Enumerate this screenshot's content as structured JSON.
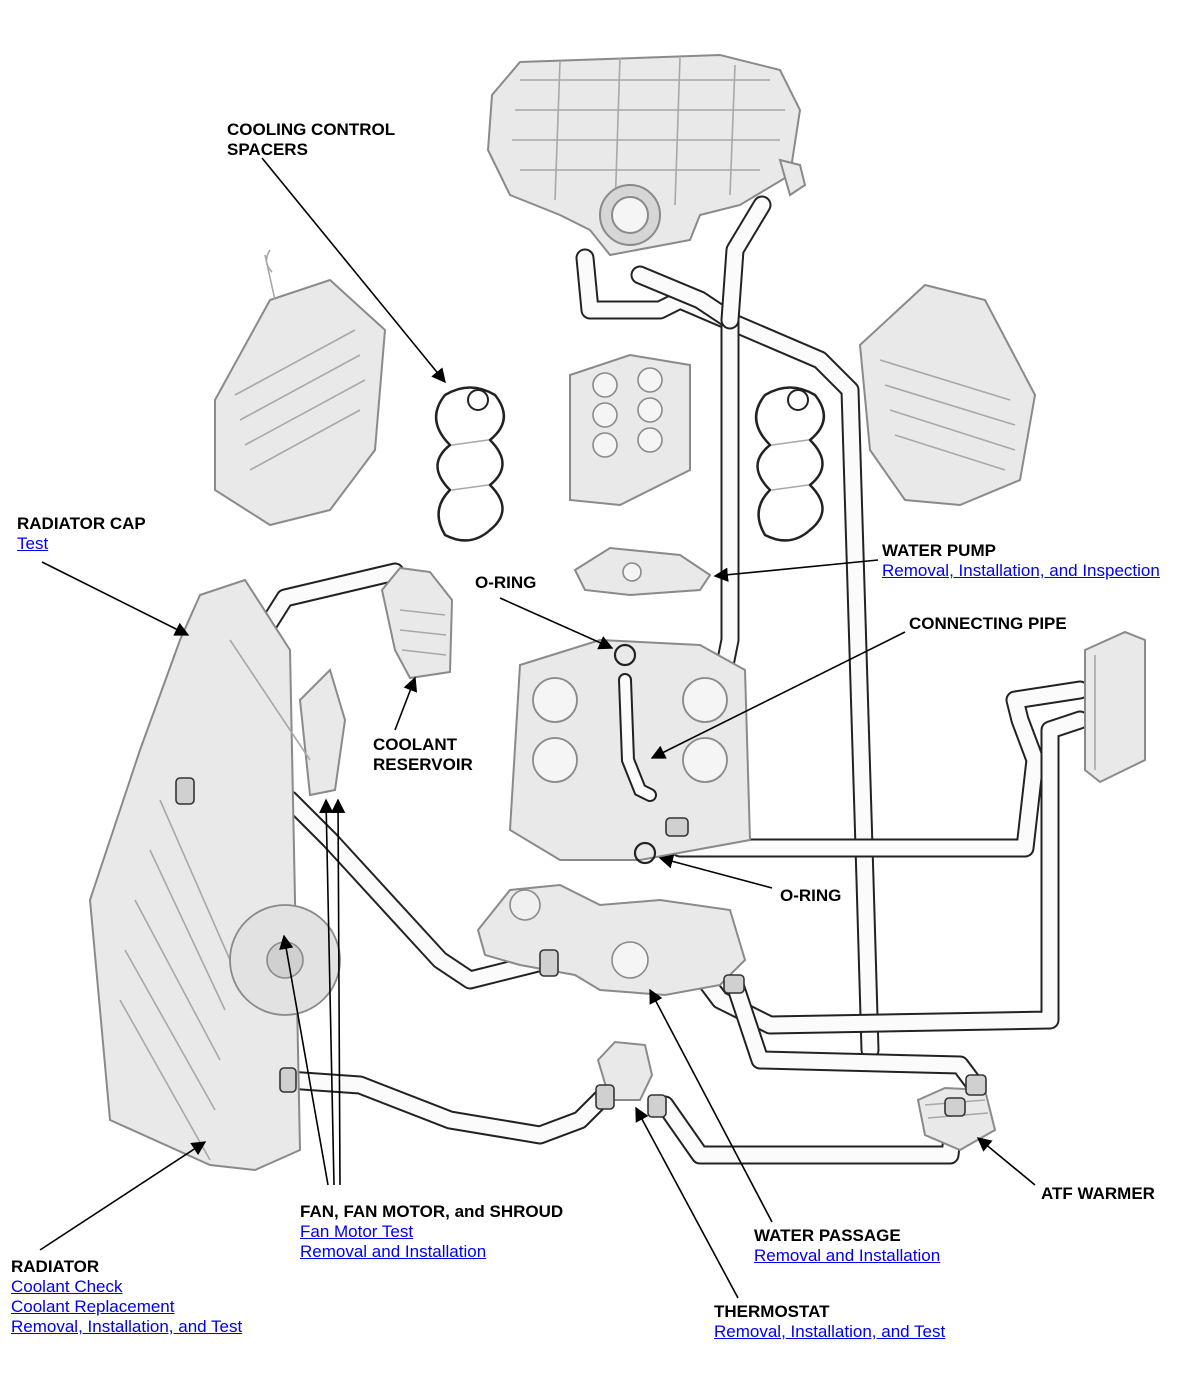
{
  "labels": {
    "cooling_control_spacers": {
      "line1": "COOLING CONTROL",
      "line2": "SPACERS"
    },
    "radiator_cap": {
      "title": "RADIATOR CAP",
      "links": [
        "Test"
      ]
    },
    "water_pump": {
      "title": "WATER PUMP",
      "links": [
        "Removal, Installation, and Inspection"
      ]
    },
    "o_ring_upper": {
      "title": "O-RING"
    },
    "connecting_pipe": {
      "title": "CONNECTING PIPE"
    },
    "coolant_reservoir": {
      "line1": "COOLANT",
      "line2": "RESERVOIR"
    },
    "o_ring_lower": {
      "title": "O-RING"
    },
    "atf_warmer": {
      "title": "ATF WARMER"
    },
    "fan": {
      "title": "FAN, FAN MOTOR, and SHROUD",
      "links": [
        "Fan Motor Test",
        "Removal and Installation"
      ]
    },
    "water_passage": {
      "title": "WATER PASSAGE",
      "links": [
        "Removal and Installation"
      ]
    },
    "radiator": {
      "title": "RADIATOR",
      "links": [
        "Coolant Check",
        "Coolant Replacement",
        "Removal, Installation, and Test"
      ]
    },
    "thermostat": {
      "title": "THERMOSTAT",
      "links": [
        "Removal, Installation, and Test"
      ]
    }
  },
  "colors": {
    "link": "#0000ee",
    "text": "#000000",
    "part_fill": "#e9e9e9",
    "hose_outline": "#222222"
  }
}
